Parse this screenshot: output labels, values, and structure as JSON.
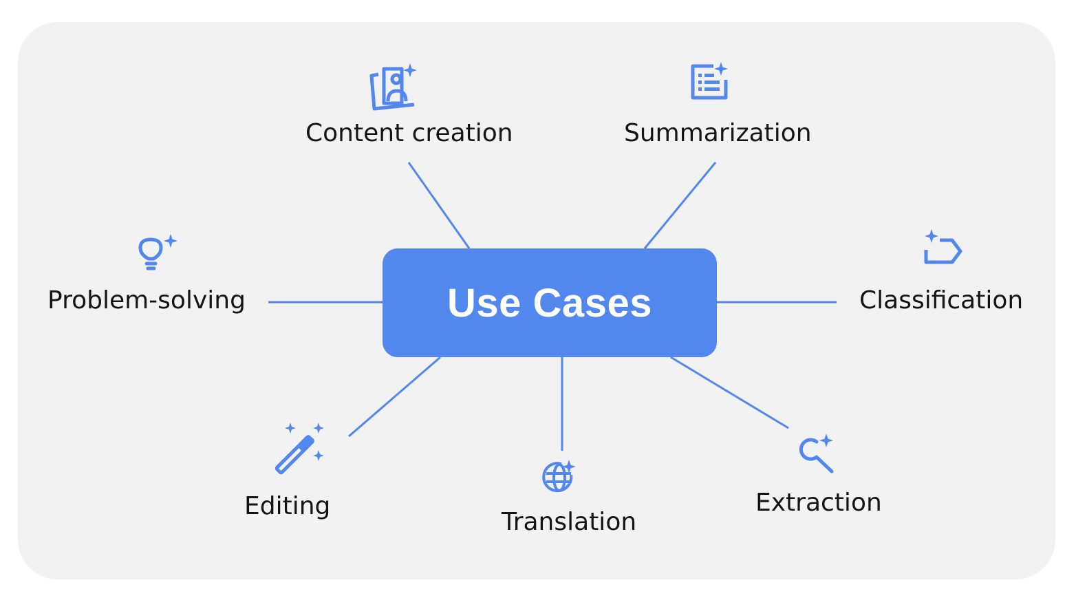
{
  "center": {
    "title": "Use Cases"
  },
  "nodes": [
    {
      "id": "content-creation",
      "label": "Content creation",
      "icon": "image-sparkle-icon"
    },
    {
      "id": "summarization",
      "label": "Summarization",
      "icon": "document-list-sparkle-icon"
    },
    {
      "id": "problem-solving",
      "label": "Problem-solving",
      "icon": "lightbulb-sparkle-icon"
    },
    {
      "id": "classification",
      "label": "Classification",
      "icon": "label-tag-sparkle-icon"
    },
    {
      "id": "editing",
      "label": "Editing",
      "icon": "magic-wand-icon"
    },
    {
      "id": "translation",
      "label": "Translation",
      "icon": "globe-sparkle-icon"
    },
    {
      "id": "extraction",
      "label": "Extraction",
      "icon": "search-sparkle-icon"
    }
  ],
  "colors": {
    "accent": "#5287ed",
    "background": "#f2f2f3",
    "text": "#141414"
  }
}
